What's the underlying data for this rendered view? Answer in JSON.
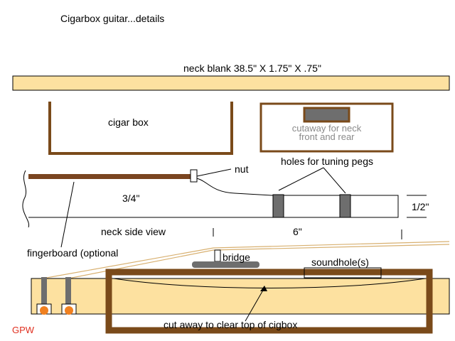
{
  "title": "Cigarbox guitar...details",
  "labels": {
    "neck_blank": "neck blank  38.5\" X 1.75\" X .75\"",
    "cigar_box": "cigar box",
    "cutaway_line1": "cutaway for neck",
    "cutaway_line2": "front and rear",
    "nut": "nut",
    "holes": "holes for tuning pegs",
    "three_quarter": "3/4\"",
    "half_inch": "1/2\"",
    "neck_side_view": "neck side view",
    "six_inch": "6\"",
    "fingerboard": "fingerboard (optional",
    "bridge": "bridge",
    "soundhole": "soundhole(s)",
    "cut_away": "cut away to clear top of cigbox",
    "signature": "GPW"
  },
  "colors": {
    "wood": "#fde1a0",
    "box_brown": "#7a4a1a",
    "fingerboard_brown": "#7a4520",
    "peg_grey": "#6e6e6e",
    "peg_orange": "#f08020",
    "string_tan": "#d8b070",
    "signature": "#e03020"
  }
}
